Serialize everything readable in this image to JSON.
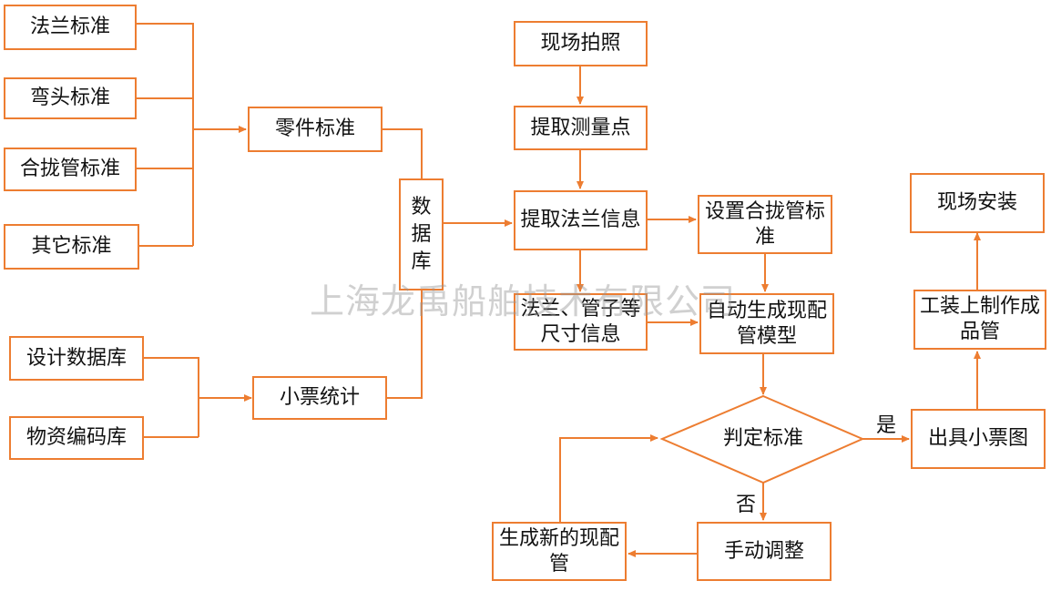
{
  "nodes": {
    "flange_std": "法兰标准",
    "elbow_std": "弯头标准",
    "closure_pipe_std": "合拢管标准",
    "other_std": "其它标准",
    "parts_std": "零件标准",
    "design_db": "设计数据库",
    "material_code_db": "物资编码库",
    "ticket_stats": "小票统计",
    "database": "数据库",
    "site_photo": "现场拍照",
    "extract_points": "提取测量点",
    "extract_flange": "提取法兰信息",
    "set_closure_std": "设置合拢管标准",
    "size_info": "法兰、管子等尺寸信息",
    "auto_model": "自动生成现配管模型",
    "judge": "判定标准",
    "issue_ticket": "出具小票图",
    "manual_adjust": "手动调整",
    "new_pipe": "生成新的现配管",
    "fixture_make": "工装上制作成品管",
    "site_install": "现场安装"
  },
  "labels": {
    "yes": "是",
    "no": "否"
  },
  "watermark": "上海龙禹船舶技术有限公司",
  "colors": {
    "line": "#ED7D31",
    "text": "#111111"
  }
}
